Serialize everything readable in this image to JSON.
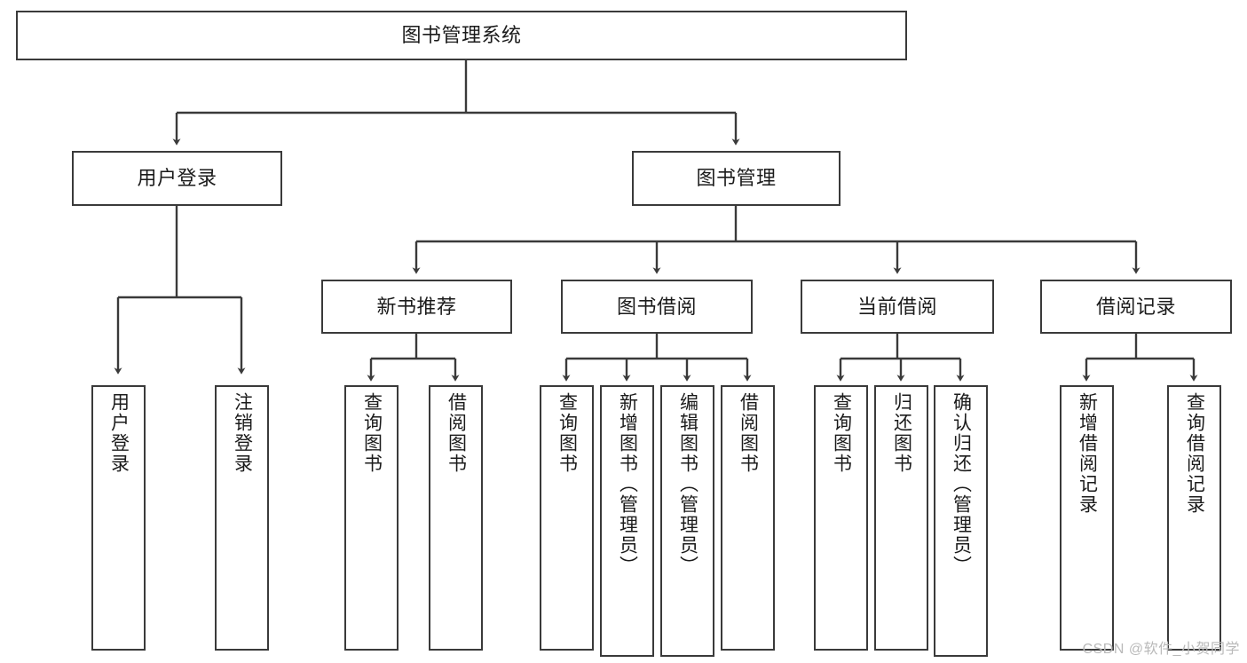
{
  "diagram": {
    "title": "图书管理系统",
    "type": "hierarchy-tree",
    "root": {
      "label": "图书管理系统"
    },
    "level2": [
      {
        "label": "用户登录"
      },
      {
        "label": "图书管理"
      }
    ],
    "level3": [
      {
        "label": "新书推荐"
      },
      {
        "label": "图书借阅"
      },
      {
        "label": "当前借阅"
      },
      {
        "label": "借阅记录"
      }
    ],
    "leaves": {
      "user_login": [
        {
          "label": "用户登录"
        },
        {
          "label": "注销登录"
        }
      ],
      "new_book_recommend": [
        {
          "label": "查询图书"
        },
        {
          "label": "借阅图书"
        }
      ],
      "book_borrow": [
        {
          "label": "查询图书"
        },
        {
          "label": "新增图书（管理员）"
        },
        {
          "label": "编辑图书（管理员）"
        },
        {
          "label": "借阅图书"
        }
      ],
      "current_borrow": [
        {
          "label": "查询图书"
        },
        {
          "label": "归还图书"
        },
        {
          "label": "确认归还（管理员）"
        }
      ],
      "borrow_record": [
        {
          "label": "新增借阅记录"
        },
        {
          "label": "查询借阅记录"
        }
      ]
    },
    "watermark": "CSDN @软件_小贺同学",
    "colors": {
      "stroke": "#3a3a3a",
      "background": "#ffffff",
      "text": "#1b1b1b",
      "watermark": "#b9b9b9"
    }
  }
}
